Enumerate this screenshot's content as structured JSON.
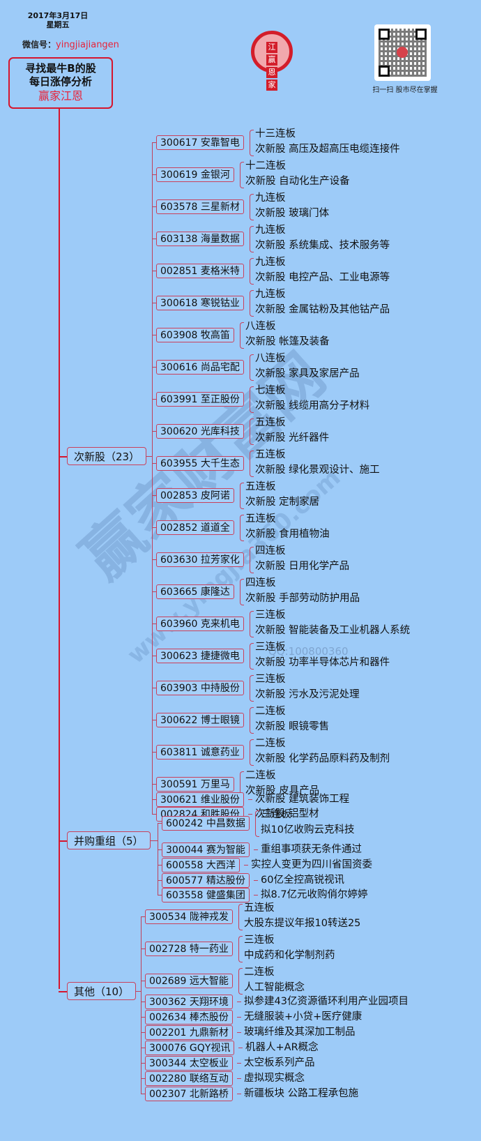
{
  "header": {
    "date": "2017年3月17日",
    "weekday": "星期五",
    "wechat_label": "微信号：",
    "wechat_id": "yingjiajiangen",
    "root_title_line1": "寻找最牛B的股",
    "root_title_line2": "每日涨停分析",
    "root_brand": "赢家江恩",
    "logo_chars": [
      "江",
      "赢",
      "恩",
      "家"
    ],
    "qr_caption": "扫一扫 股市尽在掌握"
  },
  "watermark": {
    "text": "赢家财富网",
    "url": "www.yingjia360.com",
    "qq": "QQ:100800360"
  },
  "colors": {
    "background": "#9dcbf8",
    "trunk": "#d6152d",
    "box_border": "#c9405b",
    "brand_red": "#e8233a"
  },
  "categories": [
    {
      "label": "次新股（23）",
      "stocks": [
        {
          "code_name": "300617 安靠智电",
          "lines": [
            "十三连板",
            "次新股 高压及超高压电缆连接件"
          ]
        },
        {
          "code_name": "300619 金银河",
          "lines": [
            "十二连板",
            "次新股 自动化生产设备"
          ]
        },
        {
          "code_name": "603578 三星新材",
          "lines": [
            "九连板",
            "次新股 玻璃门体"
          ]
        },
        {
          "code_name": "603138 海量数据",
          "lines": [
            "九连板",
            "次新股 系统集成、技术服务等"
          ]
        },
        {
          "code_name": "002851 麦格米特",
          "lines": [
            "九连板",
            "次新股 电控产品、工业电源等"
          ]
        },
        {
          "code_name": "300618 寒锐钴业",
          "lines": [
            "九连板",
            "次新股 金属钴粉及其他钴产品"
          ]
        },
        {
          "code_name": "603908 牧高笛",
          "lines": [
            "八连板",
            "次新股 帐篷及装备"
          ]
        },
        {
          "code_name": "300616 尚品宅配",
          "lines": [
            "八连板",
            "次新股 家具及家居产品"
          ]
        },
        {
          "code_name": "603991 至正股份",
          "lines": [
            "七连板",
            "次新股 线缆用高分子材料"
          ]
        },
        {
          "code_name": "300620 光库科技",
          "lines": [
            "五连板",
            "次新股 光纤器件"
          ]
        },
        {
          "code_name": "603955 大千生态",
          "lines": [
            "五连板",
            "次新股 绿化景观设计、施工"
          ]
        },
        {
          "code_name": "002853 皮阿诺",
          "lines": [
            "五连板",
            "次新股 定制家居"
          ]
        },
        {
          "code_name": "002852 道道全",
          "lines": [
            "五连板",
            "次新股 食用植物油"
          ]
        },
        {
          "code_name": "603630 拉芳家化",
          "lines": [
            "四连板",
            "次新股 日用化学产品"
          ]
        },
        {
          "code_name": "603665 康隆达",
          "lines": [
            "四连板",
            "次新股 手部劳动防护用品"
          ]
        },
        {
          "code_name": "603960 克来机电",
          "lines": [
            "三连板",
            "次新股 智能装备及工业机器人系统"
          ]
        },
        {
          "code_name": "300623 捷捷微电",
          "lines": [
            "三连板",
            "次新股 功率半导体芯片和器件"
          ]
        },
        {
          "code_name": "603903 中持股份",
          "lines": [
            "三连板",
            "次新股 污水及污泥处理"
          ]
        },
        {
          "code_name": "300622 博士眼镜",
          "lines": [
            "二连板",
            "次新股 眼镜零售"
          ]
        },
        {
          "code_name": "603811 诚意药业",
          "lines": [
            "二连板",
            "次新股 化学药品原料药及制剂"
          ]
        },
        {
          "code_name": "300591 万里马",
          "lines": [
            "二连板",
            "次新股 皮具产品"
          ]
        },
        {
          "code_name": "300621 维业股份",
          "lines": [
            "次新股 建筑装饰工程"
          ]
        },
        {
          "code_name": "002824 和胜股份",
          "lines": [
            "次新股 铝型材"
          ]
        }
      ]
    },
    {
      "label": "并购重组（5）",
      "stocks": [
        {
          "code_name": "600242 中昌数据",
          "lines": [
            "三连板",
            "拟10亿收购云克科技"
          ]
        },
        {
          "code_name": "300044 赛为智能",
          "lines": [
            "重组事项获无条件通过"
          ]
        },
        {
          "code_name": "600558 大西洋",
          "lines": [
            "实控人变更为四川省国资委"
          ]
        },
        {
          "code_name": "600577 精达股份",
          "lines": [
            "60亿全控高锐视讯"
          ]
        },
        {
          "code_name": "603558 健盛集团",
          "lines": [
            "拟8.7亿元收购俏尔婷婷"
          ]
        }
      ]
    },
    {
      "label": "其他（10）",
      "stocks": [
        {
          "code_name": "300534 陇神戎发",
          "lines": [
            "五连板",
            "大股东提议年报10转送25"
          ]
        },
        {
          "code_name": "002728 特一药业",
          "lines": [
            "三连板",
            "中成药和化学制剂药"
          ]
        },
        {
          "code_name": "002689 远大智能",
          "lines": [
            "二连板",
            "人工智能概念"
          ]
        },
        {
          "code_name": "300362 天翔环境",
          "lines": [
            "拟参建43亿资源循环利用产业园项目"
          ]
        },
        {
          "code_name": "002634 棒杰股份",
          "lines": [
            "无缝服装+小贷+医疗健康"
          ]
        },
        {
          "code_name": "002201 九鼎新材",
          "lines": [
            "玻璃纤维及其深加工制品"
          ]
        },
        {
          "code_name": "300076 GQY视讯",
          "lines": [
            "机器人+AR概念"
          ]
        },
        {
          "code_name": "300344 太空板业",
          "lines": [
            "太空板系列产品"
          ]
        },
        {
          "code_name": "002280 联络互动",
          "lines": [
            "虚拟现实概念"
          ]
        },
        {
          "code_name": "002307 北新路桥",
          "lines": [
            "新疆板块 公路工程承包施"
          ]
        }
      ]
    }
  ]
}
